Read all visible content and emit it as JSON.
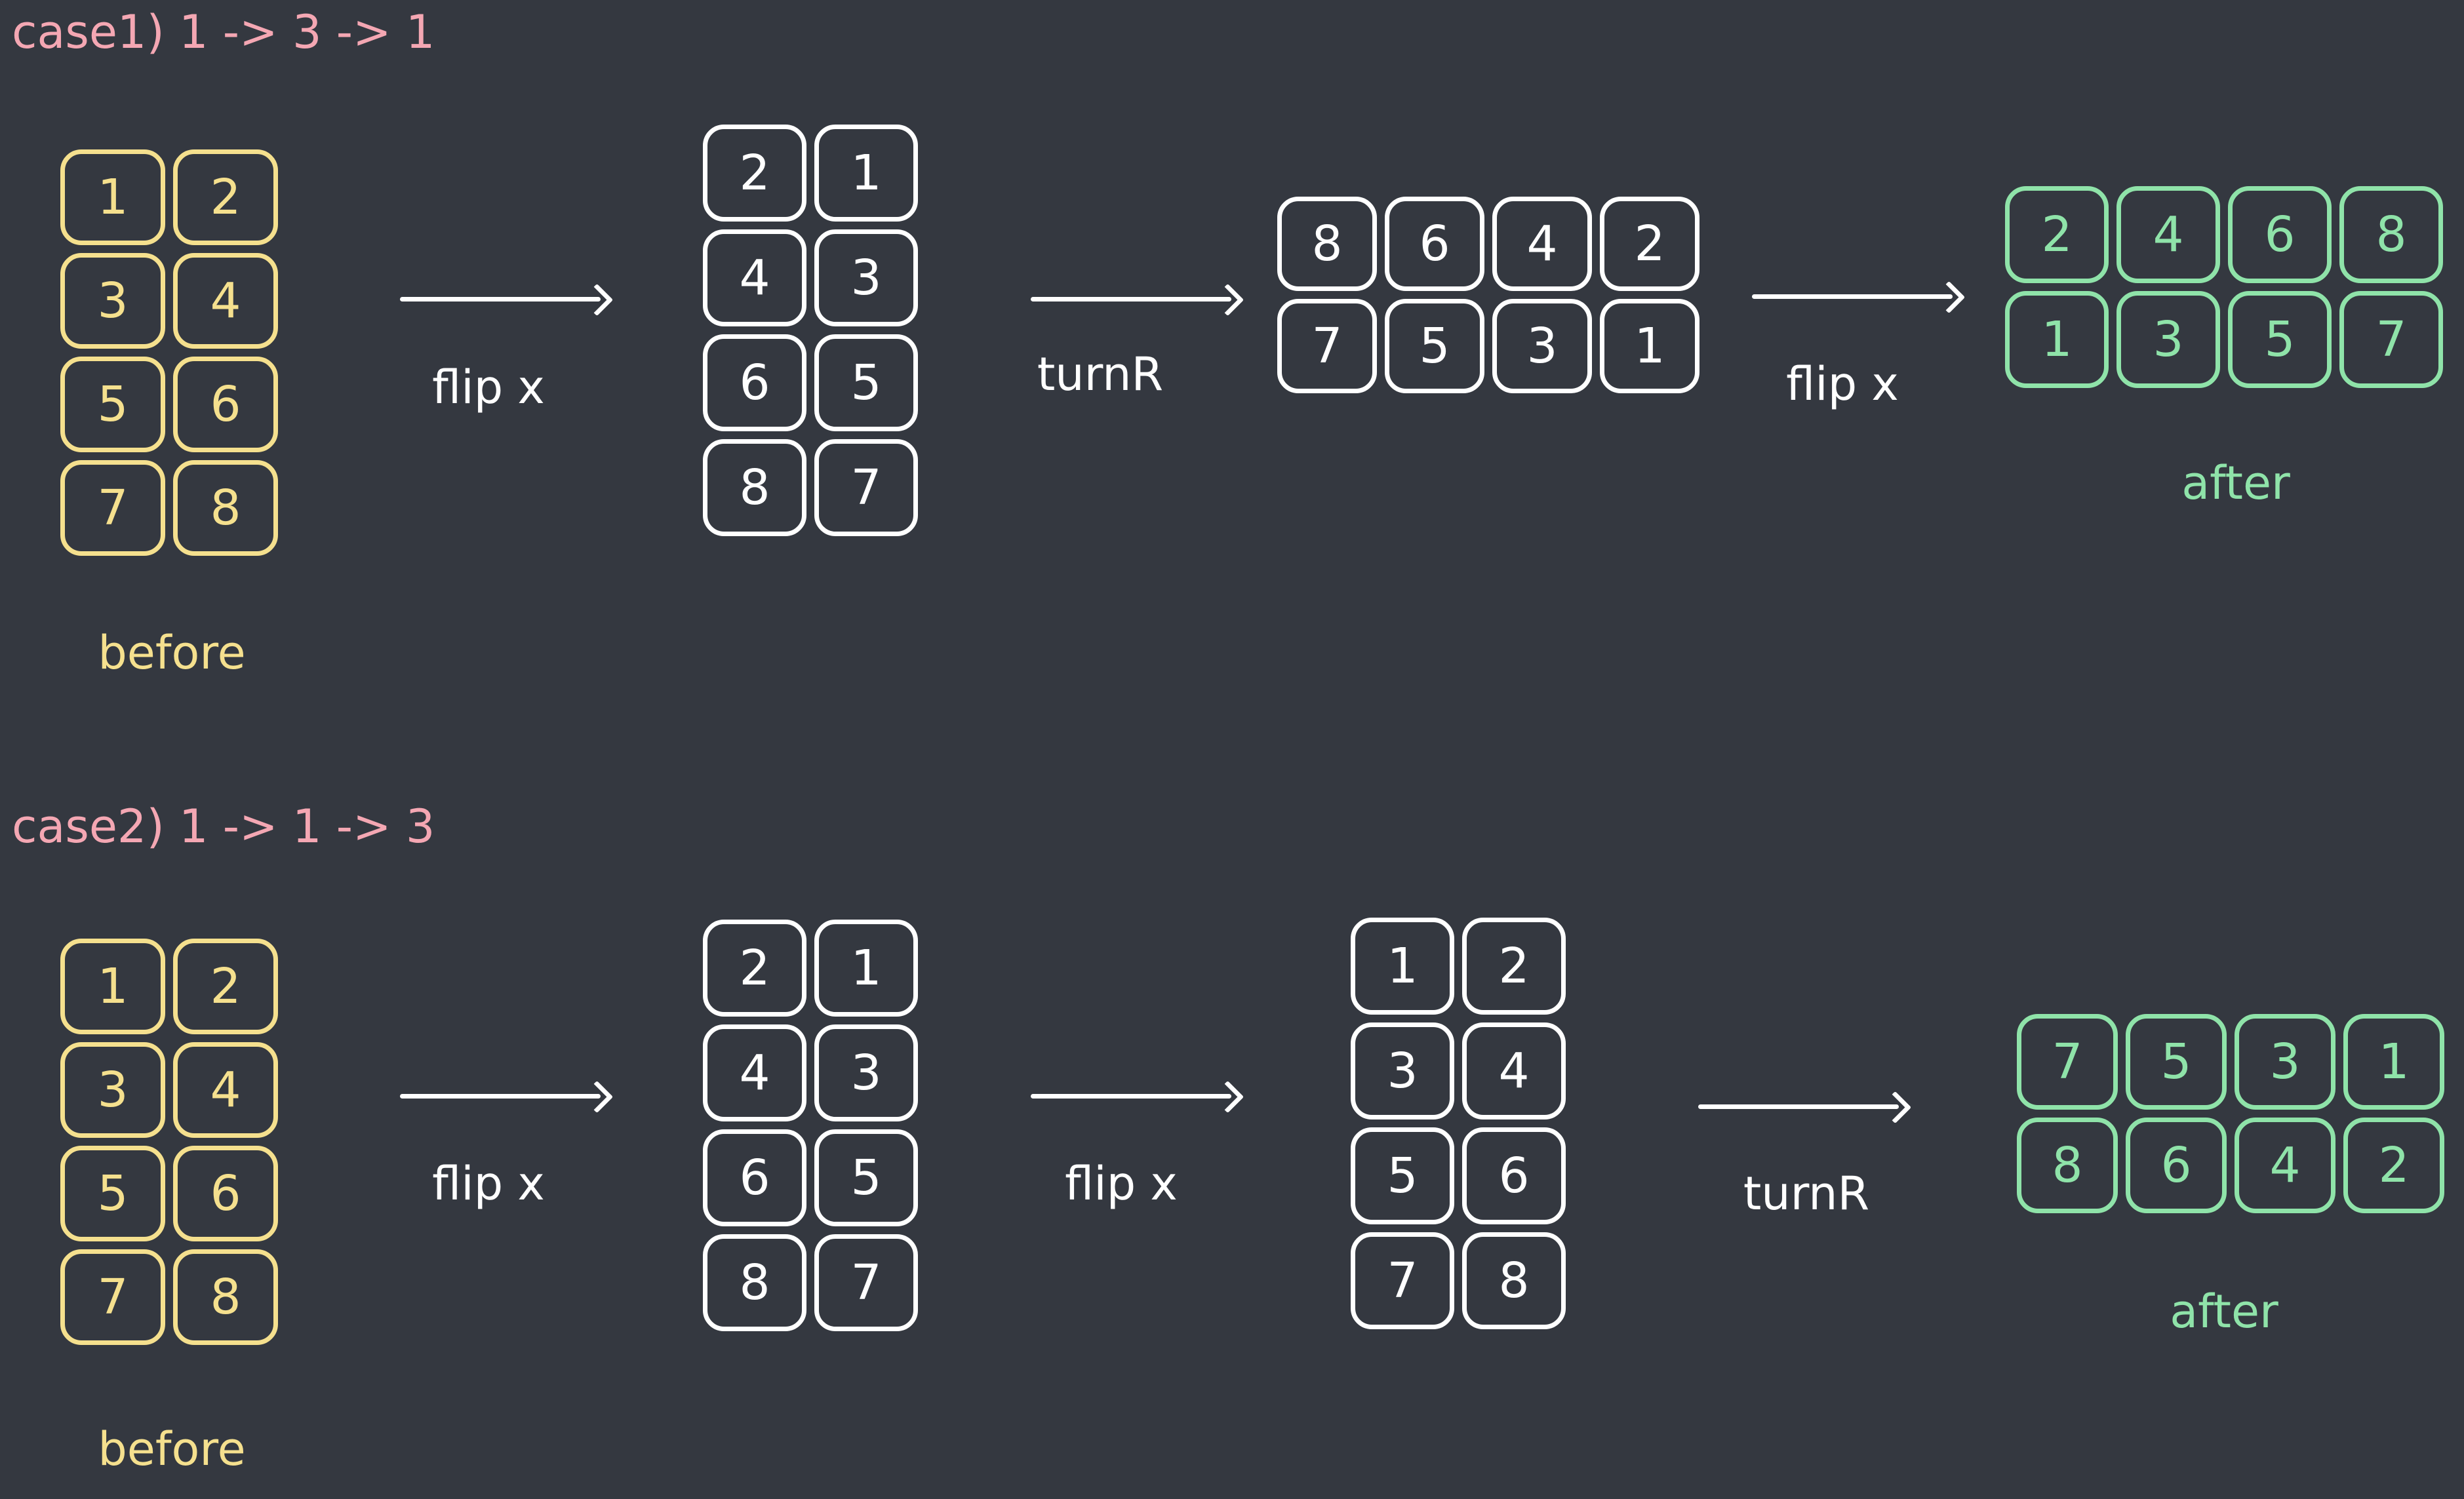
{
  "case1": {
    "title": "case1) 1 -> 3 -> 1",
    "before": {
      "label": "before",
      "rows": [
        [
          "1",
          "2"
        ],
        [
          "3",
          "4"
        ],
        [
          "5",
          "6"
        ],
        [
          "7",
          "8"
        ]
      ]
    },
    "step1": {
      "op": "flip x",
      "rows": [
        [
          "2",
          "1"
        ],
        [
          "4",
          "3"
        ],
        [
          "6",
          "5"
        ],
        [
          "8",
          "7"
        ]
      ]
    },
    "step2": {
      "op": "turnR",
      "rows": [
        [
          "8",
          "6",
          "4",
          "2"
        ],
        [
          "7",
          "5",
          "3",
          "1"
        ]
      ]
    },
    "after": {
      "op": "flip x",
      "label": "after",
      "rows": [
        [
          "2",
          "4",
          "6",
          "8"
        ],
        [
          "1",
          "3",
          "5",
          "7"
        ]
      ]
    }
  },
  "case2": {
    "title": "case2) 1 -> 1 -> 3",
    "before": {
      "label": "before",
      "rows": [
        [
          "1",
          "2"
        ],
        [
          "3",
          "4"
        ],
        [
          "5",
          "6"
        ],
        [
          "7",
          "8"
        ]
      ]
    },
    "step1": {
      "op": "flip x",
      "rows": [
        [
          "2",
          "1"
        ],
        [
          "4",
          "3"
        ],
        [
          "6",
          "5"
        ],
        [
          "8",
          "7"
        ]
      ]
    },
    "step2": {
      "op": "flip x",
      "rows": [
        [
          "1",
          "2"
        ],
        [
          "3",
          "4"
        ],
        [
          "5",
          "6"
        ],
        [
          "7",
          "8"
        ]
      ]
    },
    "after": {
      "op": "turnR",
      "label": "after",
      "rows": [
        [
          "7",
          "5",
          "3",
          "1"
        ],
        [
          "8",
          "6",
          "4",
          "2"
        ]
      ]
    }
  },
  "colors": {
    "background": "#343840",
    "title": "#f4a7b3",
    "before": "#f5e08e",
    "after": "#8fe3a9",
    "intermediate": "#ffffff"
  }
}
